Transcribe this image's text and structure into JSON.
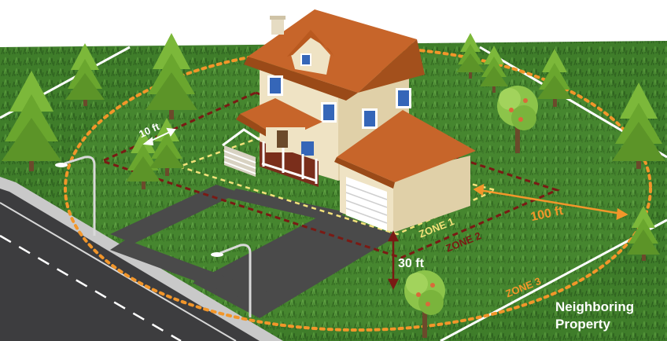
{
  "labels": {
    "zone1": "ZONE 1",
    "zone2": "ZONE 2",
    "zone3": "ZONE 3",
    "dist_10": "10 ft",
    "dist_30": "30 ft",
    "dist_100": "100 ft",
    "neighbor_line1": "Neighboring",
    "neighbor_line2": "Property"
  },
  "colors": {
    "zone1": "#f3e27a",
    "zone2": "#7a1a14",
    "zone3": "#f2962a",
    "grass": "#3f7d2a",
    "grass_dark": "#2f5e1e",
    "roof": "#b9591f",
    "wall": "#efe3c4",
    "road": "#3d3d3f"
  }
}
